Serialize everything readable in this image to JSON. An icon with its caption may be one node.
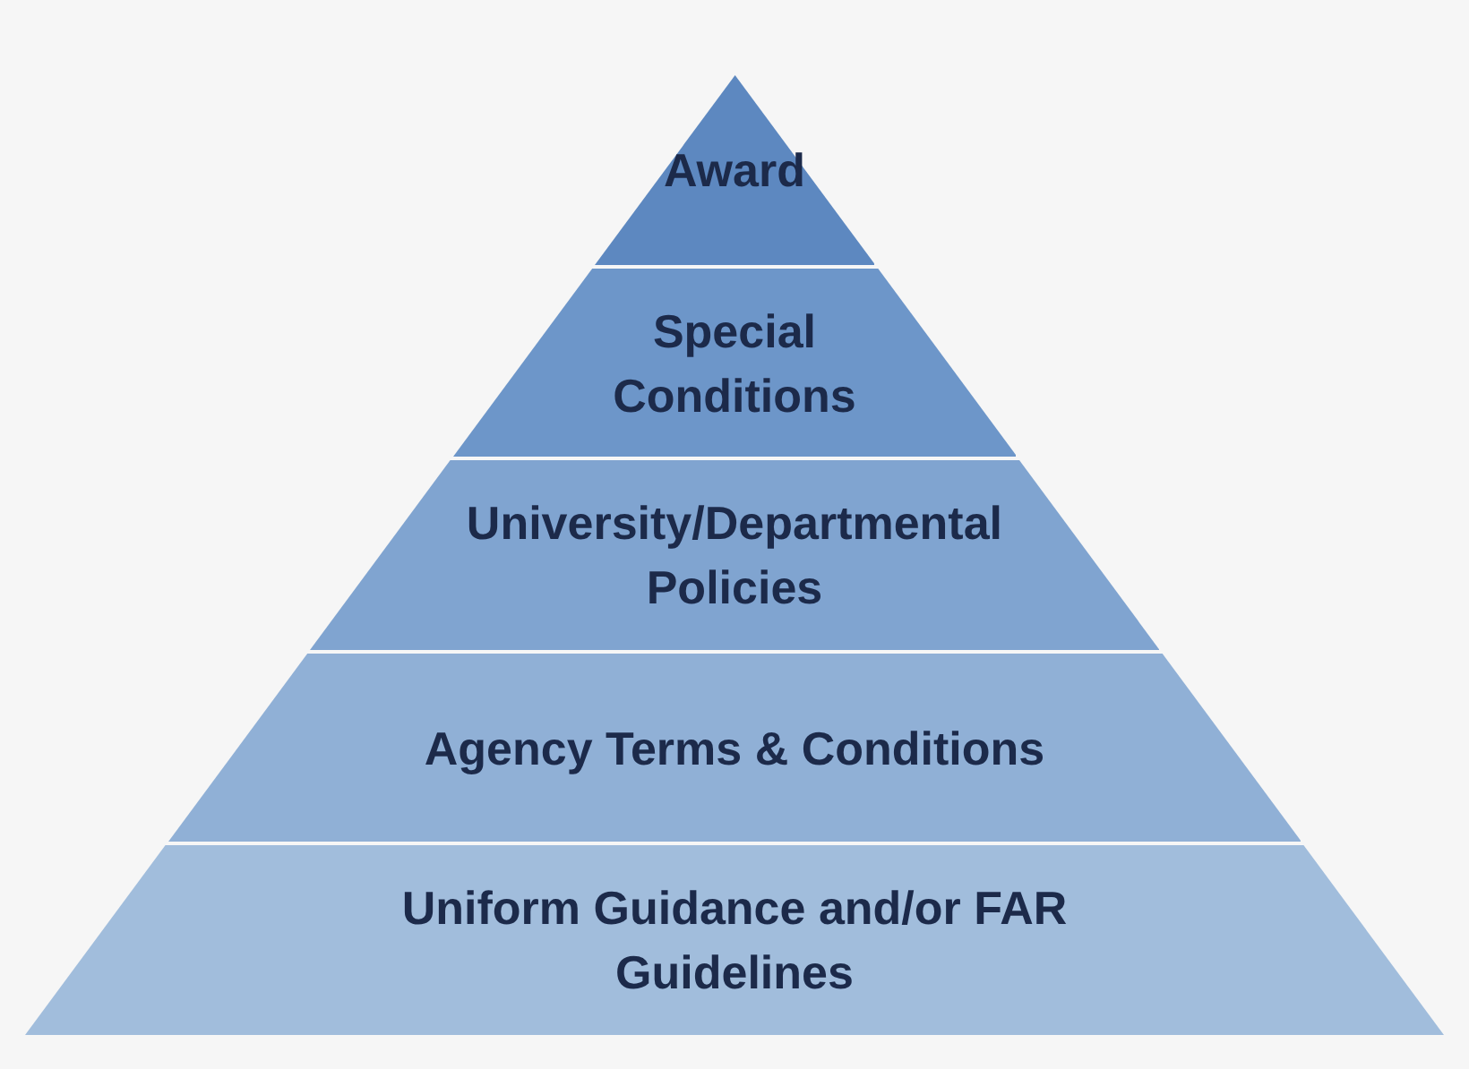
{
  "diagram": {
    "nodes": [
      {
        "text": [
          "Award"
        ]
      },
      {
        "text": [
          "Special Conditions"
        ]
      },
      {
        "text": [
          "University/Departmental Policies"
        ]
      },
      {
        "text": [
          "Agency Terms & Conditions"
        ]
      },
      {
        "text": [
          "Uniform Guidance and/or FAR Guidelines"
        ]
      }
    ]
  }
}
